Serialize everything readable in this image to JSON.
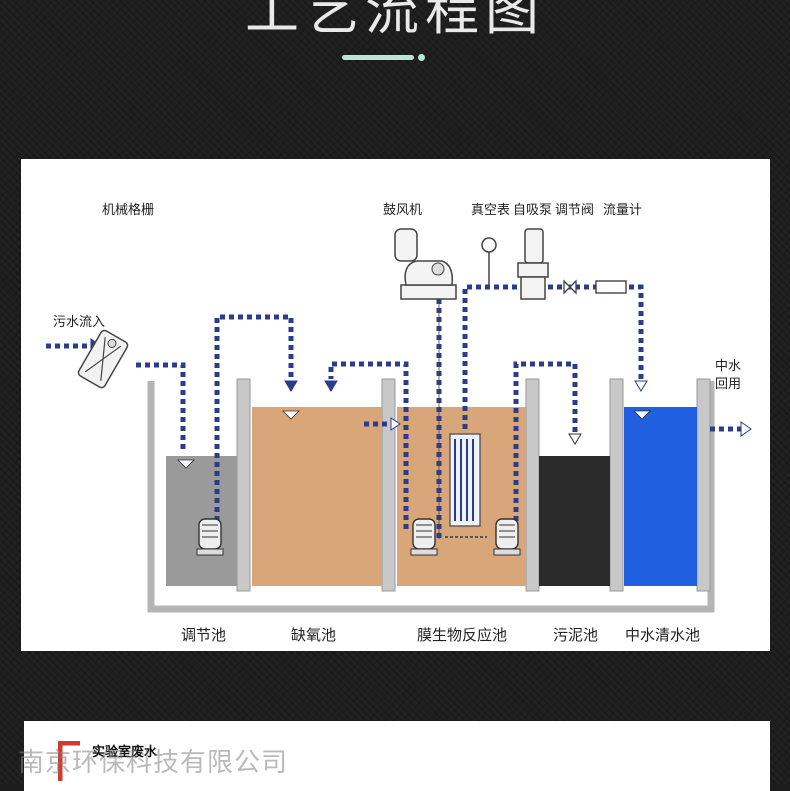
{
  "header": {
    "title": "工艺流程图"
  },
  "diagram": {
    "equipment_labels": {
      "screen": "机械格栅",
      "blower": "鼓风机",
      "vacuum_gauge": "真空表",
      "suction_pump": "自吸泵",
      "control_valve": "调节阀",
      "flow_meter": "流量计",
      "inflow": "污水流入",
      "reuse_line1": "中水",
      "reuse_line2": "回用"
    },
    "tanks": [
      {
        "name": "调节池",
        "color": "#9a9a9a"
      },
      {
        "name": "缺氧池",
        "color": "#d9a679"
      },
      {
        "name": "膜生物反应池",
        "color": "#d9a679"
      },
      {
        "name": "污泥池",
        "color": "#2b2b2b"
      },
      {
        "name": "中水清水池",
        "color": "#1f5fe0"
      }
    ],
    "pipe_color": "#2a3c8c"
  },
  "next_section": {
    "title": "实验室废水"
  },
  "watermark": "南京环保科技有限公司"
}
